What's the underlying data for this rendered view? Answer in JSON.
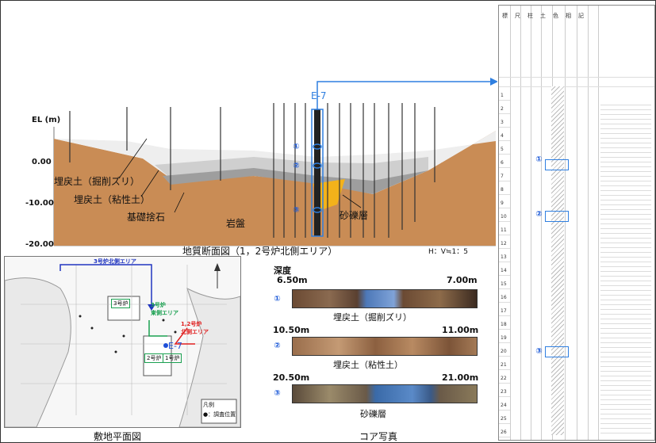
{
  "section": {
    "title": "地質断面図（1，2号炉北側エリア）",
    "scale": "H：V≒1：5",
    "yaxis_label": "EL (m)",
    "yticks": [
      "0.00",
      "-10.00",
      "-20.00"
    ],
    "borehole": "E-7",
    "layers": {
      "fill_excavated": "埋戻土（掘削ズリ）",
      "fill_clay": "埋戻土（粘性土）",
      "rubble": "基礎捨石",
      "bedrock": "岩盤",
      "gravel": "砂礫層"
    },
    "markers": [
      "①",
      "②",
      "③"
    ],
    "colors": {
      "bedrock": "#c98c55",
      "fill_light": "#eeeeee",
      "fill_clay": "#cfcfcf",
      "rubble": "#9e9e9e",
      "gravel": "#f3b21a",
      "accent": "#2f7fe0"
    }
  },
  "plan": {
    "caption": "敷地平面図",
    "area3": "3号炉北側エリア",
    "area3_east": "3号炉\n東側エリア",
    "area12": "1,2号炉\n北側エリア",
    "unit3": "3号炉",
    "unit2": "2号炉",
    "unit1": "1号炉",
    "borehole": "E-7",
    "legend_title": "凡例",
    "legend_item": "●：調査位置"
  },
  "core": {
    "depth_label": "深度",
    "caption": "コア写真",
    "samples": [
      {
        "marker": "①",
        "top": "6.50m",
        "bottom": "7.00m",
        "name": "埋戻土（掘削ズリ）"
      },
      {
        "marker": "②",
        "top": "10.50m",
        "bottom": "11.00m",
        "name": "埋戻土（粘性土）"
      },
      {
        "marker": "③",
        "top": "20.50m",
        "bottom": "21.00m",
        "name": "砂礫層"
      }
    ]
  },
  "log": {
    "header_chars": [
      "標",
      "尺",
      "柱",
      "土",
      "色",
      "相",
      "記"
    ],
    "depths": [
      "1",
      "2",
      "3",
      "4",
      "5",
      "6",
      "7",
      "8",
      "9",
      "10",
      "11",
      "12",
      "13",
      "14",
      "15",
      "16",
      "17",
      "18",
      "19",
      "20",
      "21",
      "22",
      "23",
      "24",
      "25",
      "26"
    ],
    "markers": [
      "①",
      "②",
      "③"
    ]
  }
}
